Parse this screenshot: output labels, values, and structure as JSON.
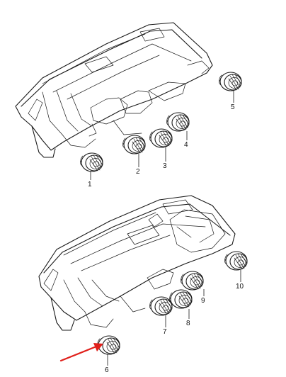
{
  "diagram": {
    "callouts": [
      {
        "id": "1",
        "text": "1"
      },
      {
        "id": "2",
        "text": "2"
      },
      {
        "id": "3",
        "text": "3"
      },
      {
        "id": "4",
        "text": "4"
      },
      {
        "id": "5",
        "text": "5"
      },
      {
        "id": "6",
        "text": "6"
      },
      {
        "id": "7",
        "text": "7"
      },
      {
        "id": "8",
        "text": "8"
      },
      {
        "id": "9",
        "text": "9"
      },
      {
        "id": "10",
        "text": "10"
      }
    ],
    "highlight_arrow_color": "#e0201b",
    "highlighted_part": "6"
  }
}
